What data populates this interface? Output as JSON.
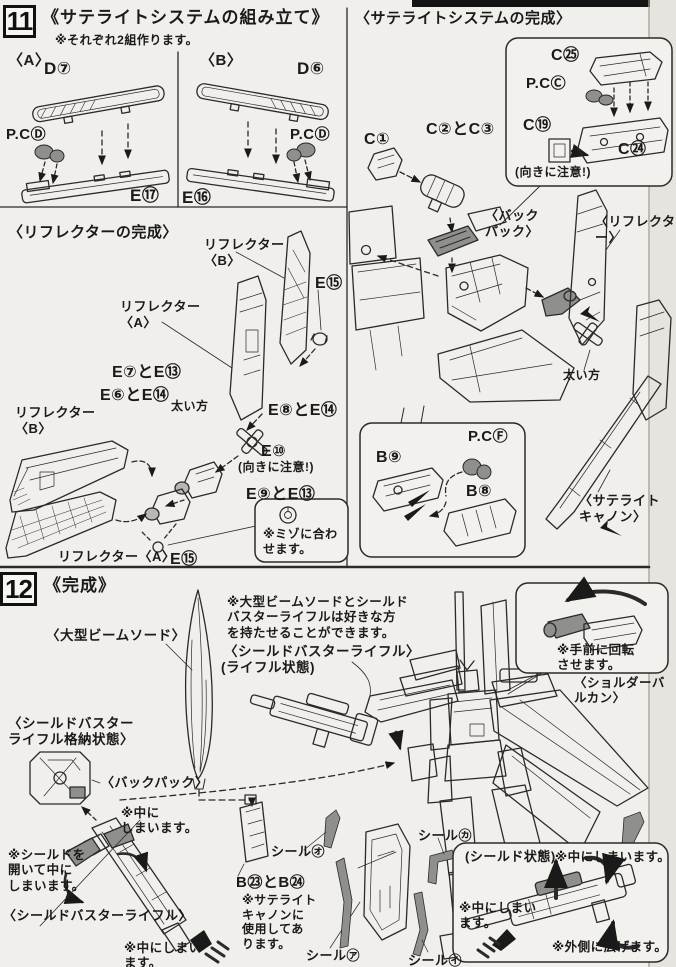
{
  "page": {
    "bg": "#f1efeb",
    "ink": "#1a1a1a",
    "gray_part": "#8f8f8b"
  },
  "step11": {
    "num": "11",
    "title": "《サテライトシステムの組み立て》",
    "note": "※それぞれ2組作ります。",
    "a": {
      "label": "〈A〉",
      "top": "D⑦",
      "pc": "P.CⒹ",
      "bottom": "E⑰"
    },
    "b": {
      "label": "〈B〉",
      "top": "D⑥",
      "pc": "P.CⒹ",
      "bottom": "E⑯"
    }
  },
  "reflector": {
    "title": "〈リフレクターの完成〉",
    "ref_b_upper": "リフレクター\n 〈B〉",
    "e15_upper": "E⑮",
    "ref_a_upper": "リフレクター\n 〈A〉",
    "e7_13": "E⑦とE⑬",
    "e6_14": "E⑥とE⑭",
    "futoi": "太い方",
    "e8_14": "E⑧とE⑭",
    "e10": "E⑩",
    "e10_note": "(向きに注意!)",
    "ref_b_lower": "リフレクター\n〈B〉",
    "e9_13": "E⑨とE⑬",
    "mizo_note": "※ミゾに合わ\nせます。",
    "ref_a_lower": "リフレクター〈A〉",
    "e15_lower": "E⑮"
  },
  "satellite": {
    "title": "〈サテライトシステムの完成〉",
    "c1": "C①",
    "c2_3": "C②とC③",
    "c25": "C㉕",
    "pcc": "P.CⒸ",
    "c19": "C⑲",
    "c24": "C㉔",
    "box_note": "(向きに注意!)",
    "backpack": "〈バック\n パック〉",
    "reflector": "〈リフレクター〉",
    "futoi": "太い方",
    "pcf": "P.CⒻ",
    "b9": "B⑨",
    "b8": "B⑧",
    "cannon": "〈サテライト\n キャノン〉"
  },
  "step12": {
    "num": "12",
    "title": "《完成》",
    "weapon_note": "※大型ビームソードとシールド\n バスターライフルは好きな方\n を持たせることができます。",
    "beam_sword": "〈大型ビームソード〉",
    "rifle_label": "〈シールドバスターライフル〉",
    "rifle_state": "(ライフル状態)",
    "vulcan_note": "※手前に回転\n させます。",
    "vulcan_label": "〈ショルダーバルカン〉",
    "stored_label": "〈シールドバスター\n ライフル格納状態〉",
    "backpack": "〈バックパック〉",
    "store_note1": "※中に\n しまいます。",
    "shield_note": "※シールドを\n 開いて中に\n しまいます。",
    "rifle_label2": "〈シールドバスターライフル〉",
    "store_note2": "※中にしまい\n ます。",
    "seal_o": "シール㋔",
    "b23_24": "B㉓とB㉔",
    "cannon_note": "※サテライト\n キャノンに\n 使用してあ\n ります。",
    "seal_a": "シール㋐",
    "seal_ka": "シール㋕",
    "shield_state": {
      "title": "(シールド状態)",
      "note1": "※中にしまいます。",
      "note2": "※中にしまい\n ます。",
      "note3": "※外側に広げます。"
    },
    "seal_i": "シール㋑"
  }
}
